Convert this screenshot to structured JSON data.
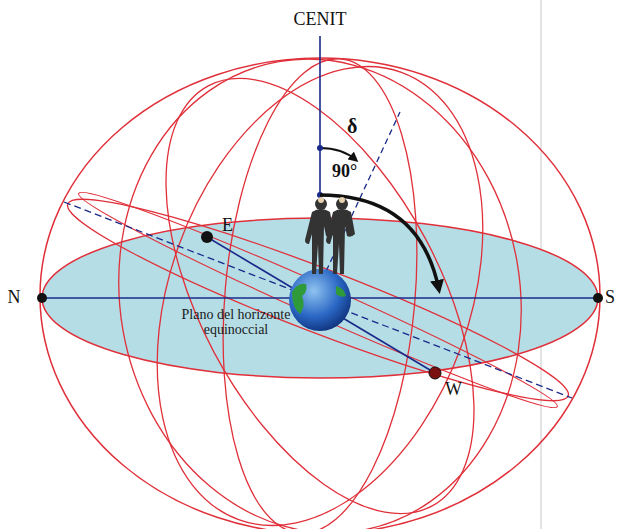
{
  "diagram": {
    "labels": [
      "CENIT",
      "δ",
      "90°",
      "E",
      "N",
      "Plano del horizonte equinoccial",
      "S",
      "W"
    ]
  }
}
